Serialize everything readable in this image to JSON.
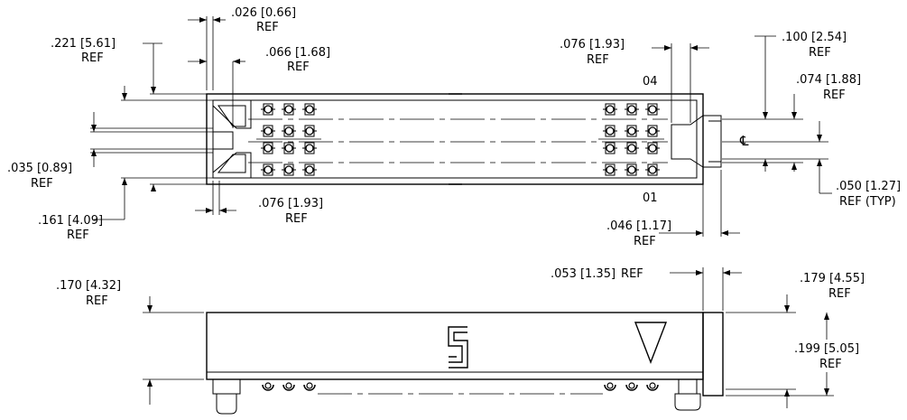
{
  "dimensions": {
    "d026": {
      "value": ".026",
      "metric": "[0.66]",
      "note": "REF"
    },
    "d221": {
      "value": ".221",
      "metric": "[5.61]",
      "note": "REF"
    },
    "d066": {
      "value": ".066",
      "metric": "[1.68]",
      "note": "REF"
    },
    "d035": {
      "value": ".035",
      "metric": "[0.89]",
      "note": "REF"
    },
    "d161": {
      "value": ".161",
      "metric": "[4.09]",
      "note": "REF"
    },
    "d076b": {
      "value": ".076",
      "metric": "[1.93]",
      "note": "REF"
    },
    "d076t": {
      "value": ".076",
      "metric": "[1.93]",
      "note": "REF"
    },
    "d100": {
      "value": ".100",
      "metric": "[2.54]",
      "note": "REF"
    },
    "d074": {
      "value": ".074",
      "metric": "[1.88]",
      "note": "REF"
    },
    "d050": {
      "value": ".050",
      "metric": "[1.27]",
      "note": "REF (TYP)"
    },
    "d046": {
      "value": ".046",
      "metric": "[1.17]",
      "note": "REF"
    },
    "d053": {
      "value": ".053",
      "metric": "[1.35]",
      "note": "REF"
    },
    "d170": {
      "value": ".170",
      "metric": "[4.32]",
      "note": "REF"
    },
    "d179": {
      "value": ".179",
      "metric": "[4.55]",
      "note": "REF"
    },
    "d199": {
      "value": ".199",
      "metric": "[5.05]",
      "note": "REF"
    }
  },
  "pins": {
    "first": "01",
    "last": "04"
  },
  "centerline_symbol": "℄"
}
